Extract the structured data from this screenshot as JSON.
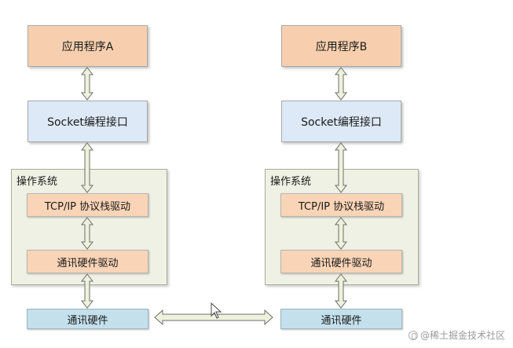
{
  "left": {
    "app": "应用程序A",
    "socket": "Socket编程接口",
    "os_label": "操作系统",
    "tcpip": "TCP/IP 协议栈驱动",
    "driver": "通讯硬件驱动",
    "hardware": "通讯硬件"
  },
  "right": {
    "app": "应用程序B",
    "socket": "Socket编程接口",
    "os_label": "操作系统",
    "tcpip": "TCP/IP 协议栈驱动",
    "driver": "通讯硬件驱动",
    "hardware": "通讯硬件"
  },
  "watermark": "@稀土掘金技术社区",
  "colors": {
    "app_fill": "#f8cfae",
    "socket_fill": "#dde9f6",
    "os_fill": "#eef1e3",
    "layer_fill": "#f9d4b6",
    "hardware_fill": "#c4e0ec",
    "arrow_fill": "#eef2dc",
    "arrow_stroke": "#6d6d6d"
  }
}
